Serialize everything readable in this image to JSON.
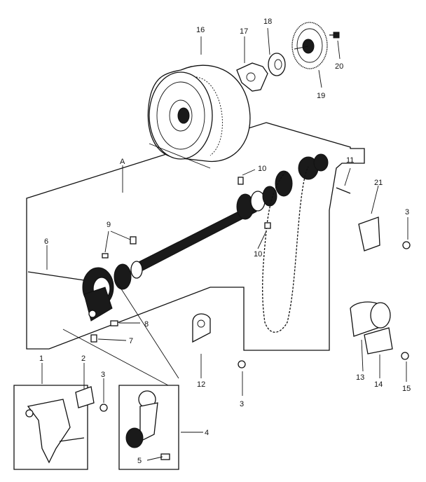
{
  "labels": {
    "l1": "1",
    "l2": "2",
    "l3a": "3",
    "l3b": "3",
    "l3c": "3",
    "l4": "4",
    "l5": "5",
    "l6": "6",
    "l7": "7",
    "l8": "8",
    "l9": "9",
    "l10a": "10",
    "l10b": "10",
    "l11": "11",
    "l12": "12",
    "l13": "13",
    "l14": "14",
    "l15": "15",
    "l16": "16",
    "l17": "17",
    "l18": "18",
    "l19": "19",
    "l20": "20",
    "l21": "21",
    "lA": "A"
  },
  "colors": {
    "ink": "#111111",
    "paper": "#ffffff"
  }
}
